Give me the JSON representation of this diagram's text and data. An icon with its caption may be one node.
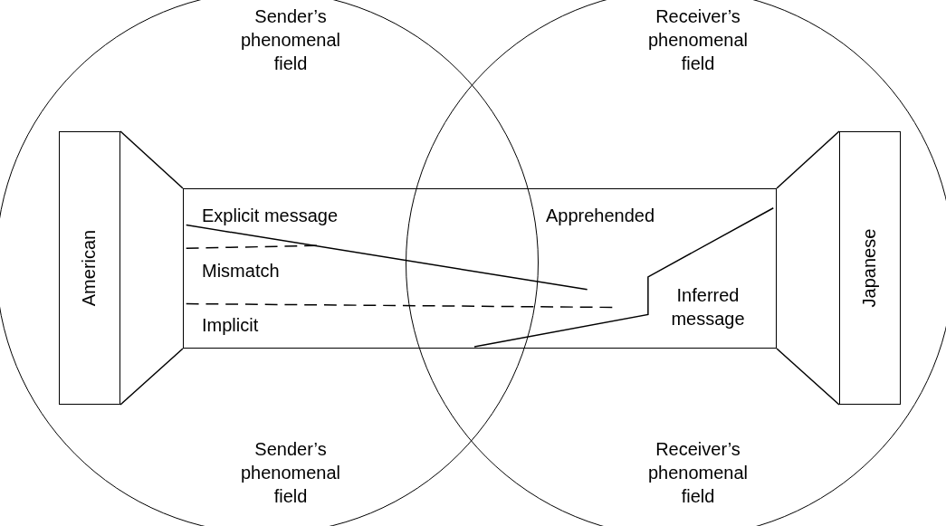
{
  "diagram": {
    "nodes": [
      {
        "text": [
          "Sender’s phenomenal field",
          "Sender’s phenomenal field"
        ]
      },
      {
        "text": [
          "Receiver’s phenomenal field",
          "Receiver’s phenomenal field"
        ]
      },
      {
        "text": [
          "American"
        ],
        "in": 0
      },
      {
        "text": [
          "Explicit message",
          "Mismatch",
          "Implicit",
          "Apprehended",
          "Inferred message"
        ]
      },
      {
        "text": [
          "Japanese"
        ],
        "in": 1
      }
    ],
    "edges": [
      {
        "from": 2,
        "to": 3,
        "arrow": "none"
      },
      {
        "from": 2,
        "to": 3,
        "arrow": "none"
      },
      {
        "from": 3,
        "to": 4,
        "arrow": "none"
      },
      {
        "from": 3,
        "to": 4,
        "arrow": "none"
      }
    ]
  }
}
